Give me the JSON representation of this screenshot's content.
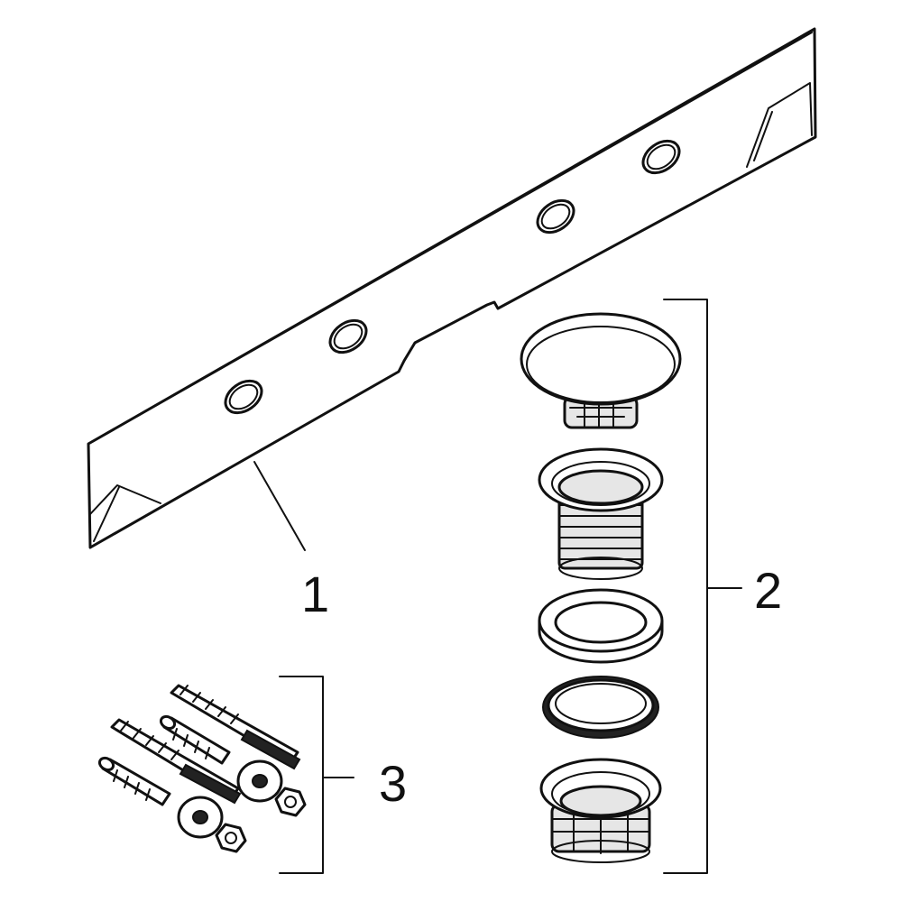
{
  "diagram": {
    "callouts": [
      {
        "id": "1",
        "label": "1"
      },
      {
        "id": "2",
        "label": "2"
      },
      {
        "id": "3",
        "label": "3"
      }
    ]
  },
  "colors": {
    "line": "#111111",
    "background": "#ffffff",
    "shade": "#e6e6e6"
  }
}
